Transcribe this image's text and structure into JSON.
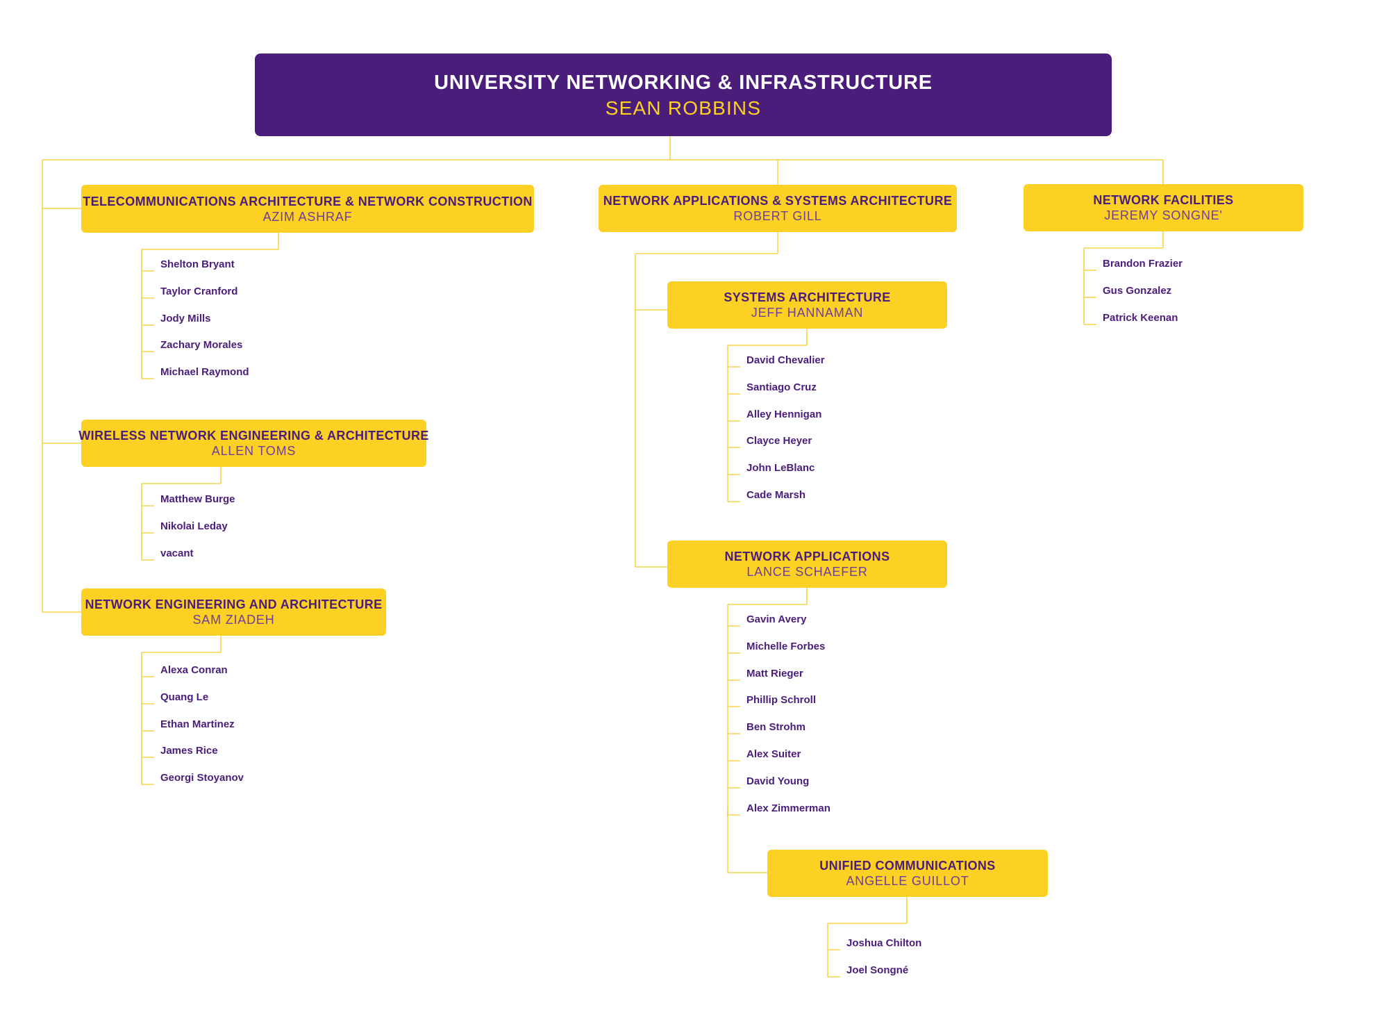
{
  "root": {
    "title": "UNIVERSITY NETWORKING & INFRASTRUCTURE",
    "name": "SEAN ROBBINS"
  },
  "departments": {
    "telecom": {
      "title": "TELECOMMUNICATIONS ARCHITECTURE & NETWORK CONSTRUCTION",
      "name": "AZIM ASHRAF",
      "members": [
        "Shelton Bryant",
        "Taylor Cranford",
        "Jody Mills",
        "Zachary Morales",
        "Michael Raymond"
      ]
    },
    "wireless": {
      "title": "WIRELESS NETWORK ENGINEERING & ARCHITECTURE",
      "name": "ALLEN TOMS",
      "members": [
        "Matthew Burge",
        "Nikolai Leday",
        "vacant"
      ]
    },
    "neteng": {
      "title": "NETWORK ENGINEERING AND ARCHITECTURE",
      "name": "SAM ZIADEH",
      "members": [
        "Alexa Conran",
        "Quang Le",
        "Ethan Martinez",
        "James Rice",
        "Georgi Stoyanov"
      ]
    },
    "netapps_sys": {
      "title": "NETWORK APPLICATIONS & SYSTEMS ARCHITECTURE",
      "name": "ROBERT GILL"
    },
    "sysarch": {
      "title": "SYSTEMS ARCHITECTURE",
      "name": "JEFF HANNAMAN",
      "members": [
        "David Chevalier",
        "Santiago Cruz",
        "Alley Hennigan",
        "Clayce Heyer",
        "John LeBlanc",
        "Cade Marsh"
      ]
    },
    "netapps": {
      "title": "NETWORK APPLICATIONS",
      "name": "LANCE SCHAEFER",
      "members": [
        "Gavin Avery",
        "Michelle Forbes",
        "Matt Rieger",
        "Phillip Schroll",
        "Ben Strohm",
        "Alex Suiter",
        "David Young",
        "Alex Zimmerman"
      ]
    },
    "unified": {
      "title": "UNIFIED COMMUNICATIONS",
      "name": "ANGELLE GUILLOT",
      "members": [
        "Joshua Chilton",
        "Joel Songné"
      ]
    },
    "facilities": {
      "title": "NETWORK FACILITIES",
      "name": "JEREMY SONGNE'",
      "members": [
        "Brandon Frazier",
        "Gus Gonzalez",
        "Patrick Keenan"
      ]
    }
  },
  "colors": {
    "primary_purple": "#4a1d7b",
    "accent_yellow": "#fdd024",
    "connector": "#f6d34a"
  }
}
